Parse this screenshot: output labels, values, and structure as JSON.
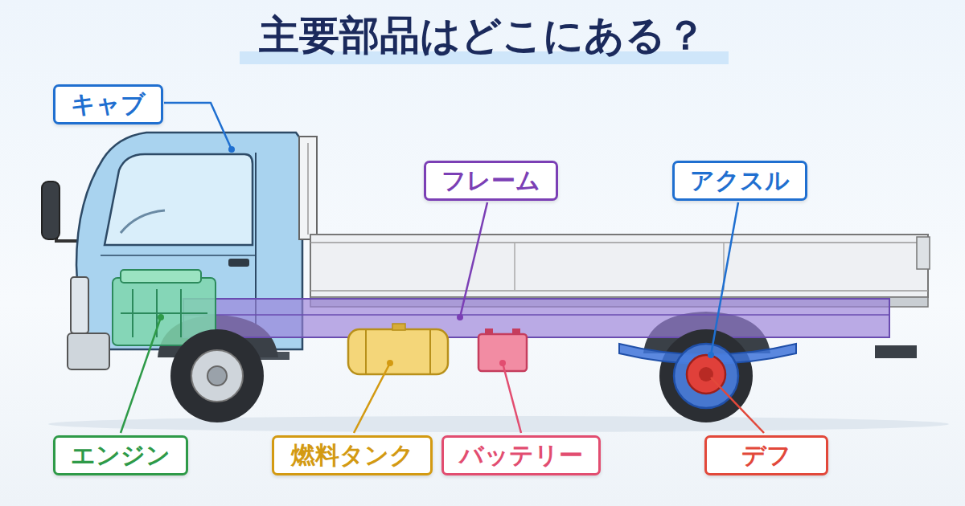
{
  "diagram": {
    "title": "主要部品はどこにある？",
    "nodes": [
      {
        "text": [
          "キャブ"
        ]
      },
      {
        "text": [
          "フレーム"
        ]
      },
      {
        "text": [
          "アクスル"
        ]
      },
      {
        "text": [
          "エンジン"
        ]
      },
      {
        "text": [
          "燃料タンク"
        ]
      },
      {
        "text": [
          "バッテリー"
        ]
      },
      {
        "text": [
          "デフ"
        ]
      }
    ]
  }
}
